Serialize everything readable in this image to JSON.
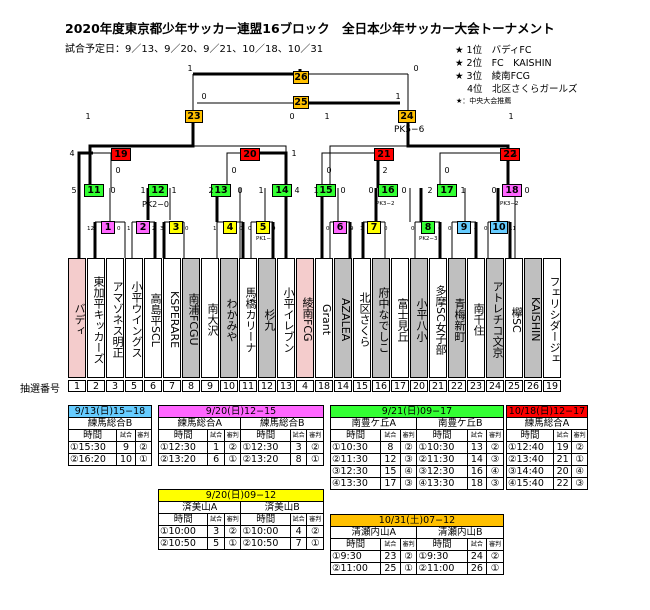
{
  "title": "2020年度東京都少年サッカー連盟16ブロック　全日本少年サッカー大会トーナメント",
  "dates": "試合予定日：9／13、9／20、9／21、10／18、10／31",
  "ranking": [
    "★ 1位　バディFC",
    "★ 2位　FC　KAISHIN",
    "★ 3位　綾南FCG",
    "4位　北区さくらガールズ"
  ],
  "note": "★：中央大会推薦",
  "colors": {
    "sep13": "#66ccff",
    "sep20a": "#ff66ff",
    "sep21": "#33ff33",
    "oct18": "#ff0000",
    "sep20b": "#ffff00",
    "oct31": "#ffc000",
    "pinkcell": "#f4cccc",
    "graycell": "#bfbfbf"
  },
  "bracket": {
    "final": {
      "num": "26",
      "left": "1",
      "right": "0"
    },
    "third": {
      "num": "25",
      "left": "0",
      "right": "1"
    },
    "sf": [
      {
        "num": "23",
        "left": "1",
        "right": "0"
      },
      {
        "num": "24",
        "left": "1",
        "right": "1",
        "pk": "PK5−6"
      }
    ],
    "qf": [
      {
        "num": "19",
        "left": "4",
        "right": "0"
      },
      {
        "num": "20",
        "left": "0",
        "right": "1"
      },
      {
        "num": "21",
        "left": "0",
        "right": "2"
      },
      {
        "num": "22",
        "left": "0",
        "right": "1"
      }
    ],
    "r2": [
      {
        "num": "11",
        "left": "5",
        "right": "0"
      },
      {
        "num": "12",
        "left": "1",
        "right": "1",
        "pk": "PK2−0"
      },
      {
        "num": "13",
        "left": "2",
        "right": "0"
      },
      {
        "num": "14",
        "left": "1",
        "right": "4"
      },
      {
        "num": "15",
        "left": "1",
        "right": "0"
      },
      {
        "num": "16",
        "left": "0",
        "right": "0",
        "pk": "PK3−2"
      },
      {
        "num": "17",
        "left": "2",
        "right": "1"
      },
      {
        "num": "18",
        "left": "0",
        "right": "0",
        "pk": "PK3−2"
      }
    ],
    "r1": [
      {
        "num": "1",
        "left": "12",
        "right": "0"
      },
      {
        "num": "2",
        "left": "1",
        "right": "2"
      },
      {
        "num": "3",
        "left": "3",
        "right": "0"
      },
      {
        "num": "4",
        "left": "1",
        "right": "0"
      },
      {
        "num": "5",
        "left": "0",
        "right": "0",
        "pk": "PK1−3"
      },
      {
        "num": "6",
        "left": "0",
        "right": "9"
      },
      {
        "num": "7",
        "left": "1",
        "right": "0"
      },
      {
        "num": "8",
        "left": "0",
        "right": "0",
        "pk": "PK2−3"
      },
      {
        "num": "9",
        "left": "0",
        "right": "4"
      },
      {
        "num": "10",
        "left": "0",
        "right": "11"
      }
    ]
  },
  "teams": [
    "バディ",
    "東加平キッカーズ",
    "アマゾネス明正",
    "小平ウイングス",
    "高島平SCL",
    "KSPERARE",
    "南浦FCGU",
    "南大沢",
    "わかみや",
    "馬橋カリーナ",
    "杉九",
    "小平イレブン",
    "綾南FCG",
    "Grant",
    "AZALEA",
    "北区さくら",
    "府中なでしこ",
    "富士見丘",
    "小平八小",
    "多摩SC女子部",
    "青梅新町",
    "南千住",
    "アトレチコ文京",
    "欅SC",
    "KAISHIN",
    "フェリシダージェ"
  ],
  "lot_label": "抽選番号",
  "lots": [
    "1",
    "2",
    "3",
    "5",
    "6",
    "7",
    "8",
    "9",
    "10",
    "11",
    "12",
    "13",
    "4",
    "18",
    "14",
    "15",
    "16",
    "17",
    "20",
    "21",
    "22",
    "23",
    "24",
    "25",
    "26",
    "19"
  ],
  "hdr": {
    "time": "時間",
    "game": "試合",
    "ref": "審判"
  },
  "sched": [
    {
      "date": "9/13(日)15−18",
      "venue": "練馬総合B",
      "rows": [
        [
          "①15:30",
          "9",
          "②"
        ],
        [
          "②16:20",
          "10",
          "①"
        ]
      ]
    },
    {
      "date": "9/20(日)12−15",
      "venues": [
        "練馬総合A",
        "練馬総合B"
      ],
      "rows": [
        [
          [
            "①12:30",
            "1",
            "②"
          ],
          [
            "①12:30",
            "3",
            "②"
          ]
        ],
        [
          [
            "②13:20",
            "6",
            "①"
          ],
          [
            "②13:20",
            "8",
            "①"
          ]
        ]
      ]
    },
    {
      "date": "9/21(日)09−17",
      "venues": [
        "南豊ケ丘A",
        "南豊ケ丘B"
      ],
      "rows": [
        [
          [
            "①10:30",
            "8",
            "②"
          ],
          [
            "①10:30",
            "13",
            "②"
          ]
        ],
        [
          [
            "②11:30",
            "12",
            "③"
          ],
          [
            "②11:30",
            "14",
            "③"
          ]
        ],
        [
          [
            "③12:30",
            "15",
            "④"
          ],
          [
            "③12:30",
            "16",
            "④"
          ]
        ],
        [
          [
            "④13:30",
            "17",
            "③"
          ],
          [
            "④13:30",
            "18",
            "③"
          ]
        ]
      ]
    },
    {
      "date": "10/18(日)12−17",
      "venue": "練馬総合A",
      "rows": [
        [
          "①12:40",
          "19",
          "②"
        ],
        [
          "②13:40",
          "21",
          "①"
        ],
        [
          "③14:40",
          "20",
          "④"
        ],
        [
          "④15:40",
          "22",
          "③"
        ]
      ]
    },
    {
      "date": "9/20(日)09−12",
      "venues": [
        "済美山A",
        "済美山B"
      ],
      "rows": [
        [
          [
            "①10:00",
            "3",
            "②"
          ],
          [
            "①10:00",
            "4",
            "②"
          ]
        ],
        [
          [
            "②10:50",
            "5",
            "①"
          ],
          [
            "②10:50",
            "7",
            "①"
          ]
        ]
      ]
    },
    {
      "date": "10/31(土)07−12",
      "venues": [
        "清瀬内山A",
        "清瀬内山B"
      ],
      "rows": [
        [
          [
            "①9:30",
            "23",
            "②"
          ],
          [
            "①9:30",
            "24",
            "②"
          ]
        ],
        [
          [
            "②11:00",
            "25",
            "①"
          ],
          [
            "②11:00",
            "26",
            "①"
          ]
        ]
      ]
    }
  ]
}
